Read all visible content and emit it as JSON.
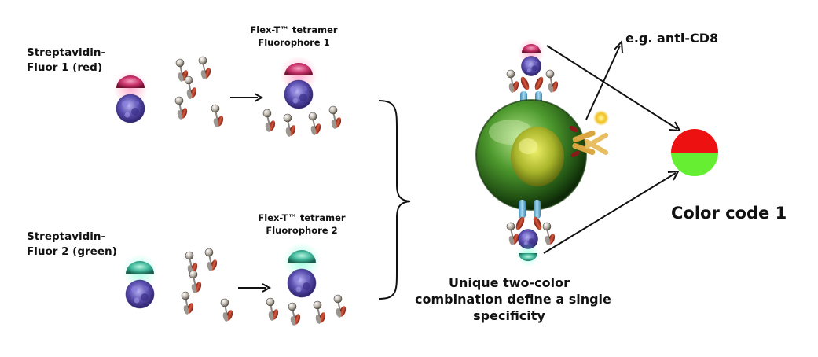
{
  "labels": {
    "strep1_line1": "Streptavidin-",
    "strep1_line2": "Fluor 1 (red)",
    "strep2_line1": "Streptavidin-",
    "strep2_line2": "Fluor 2 (green)",
    "tetramer1_line1": "Flex-T™ tetramer",
    "tetramer1_line2": "Fluorophore 1",
    "tetramer2_line1": "Flex-T™ tetramer",
    "tetramer2_line2": "Fluorophore 2",
    "anti_cd8": "e.g. anti-CD8",
    "color_code": "Color code 1",
    "combo_line1": "Unique two-color",
    "combo_line2": "combination define a single",
    "combo_line3": "specificity"
  },
  "colors": {
    "fluor_red": "#c8326a",
    "fluor_green": "#3fb79a",
    "streptavidin_purple": "#5b4fb0",
    "cell_green": "#3f8f2a",
    "nucleus_yellow": "#b8c22a",
    "tcr_blue": "#6fb3d6",
    "code_red": "#ee1111",
    "code_green": "#66ee33",
    "antibody_tan": "#d9a640"
  },
  "icons": {
    "monomer": "peptide-mhc-monomer-icon",
    "streptavidin": "streptavidin-core-icon",
    "cell": "t-cell-icon",
    "antibody": "antibody-icon"
  }
}
